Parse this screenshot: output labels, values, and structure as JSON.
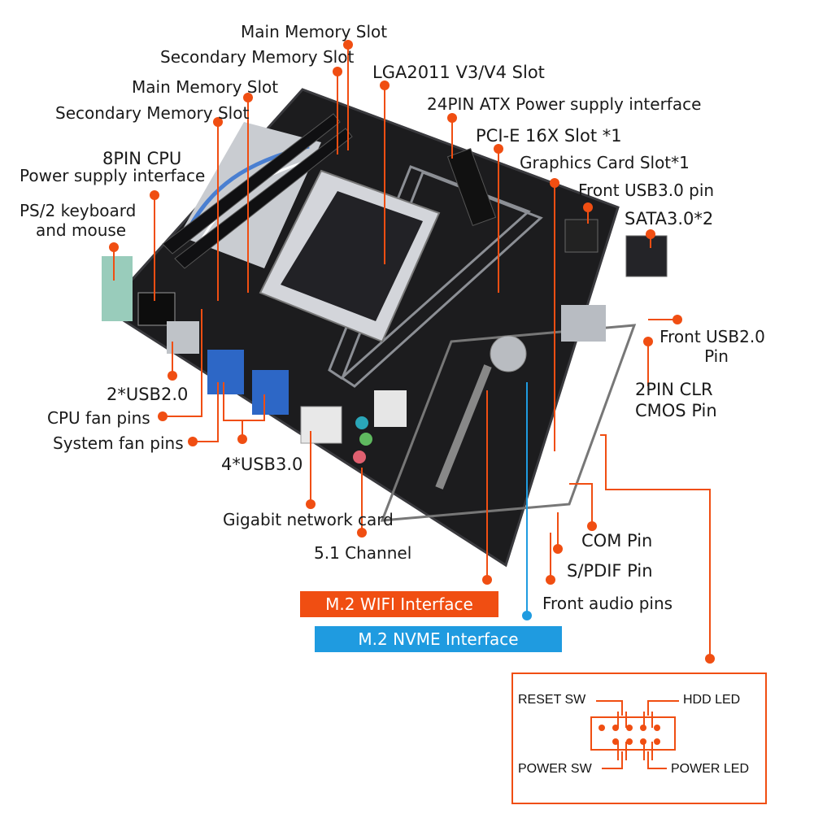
{
  "colors": {
    "leader": "#f04e12",
    "nvme": "#1f9be0",
    "board": "#1c1c1e",
    "heatsink": "#c9ccd1",
    "accent": "#4a7fd1"
  },
  "labels": {
    "main_memory_slot_top": "Main Memory Slot",
    "secondary_memory_slot_top": "Secondary Memory Slot",
    "lga_slot": "LGA2011 V3/V4 Slot",
    "main_memory_slot_left": "Main Memory Slot",
    "atx_24pin": "24PIN ATX  Power supply interface",
    "secondary_memory_slot_left": "Secondary Memory Slot",
    "pcie_slot": "PCI-E 16X Slot *1",
    "cpu_8pin_line1": "8PIN CPU",
    "cpu_8pin_line2": "Power supply interface",
    "graphics_card_slot": "Graphics Card Slot*1",
    "front_usb3_pin": "Front USB3.0 pin",
    "ps2_line1": "PS/2 keyboard",
    "ps2_line2": "and mouse",
    "sata": "SATA3.0*2",
    "front_usb2_line1": "Front USB2.0",
    "front_usb2_line2": "Pin",
    "clr_cmos_line1": "2PIN CLR",
    "clr_cmos_line2": "CMOS Pin",
    "usb2_rear": "2*USB2.0",
    "cpu_fan": "CPU fan pins",
    "system_fan": "System fan pins",
    "usb3_rear": "4*USB3.0",
    "gigabit_lan": "Gigabit network card",
    "audio_51": "5.1 Channel",
    "com_pin": "COM Pin",
    "spdif_pin": "S/PDIF Pin",
    "front_audio": "Front audio pins"
  },
  "banners": {
    "m2_wifi": "M.2 WIFI  Interface",
    "m2_nvme": "M.2 NVME Interface"
  },
  "front_panel": {
    "reset_sw": "RESET SW",
    "hdd_led": "HDD  LED",
    "power_sw": "POWER SW",
    "power_led": "POWER LED"
  }
}
